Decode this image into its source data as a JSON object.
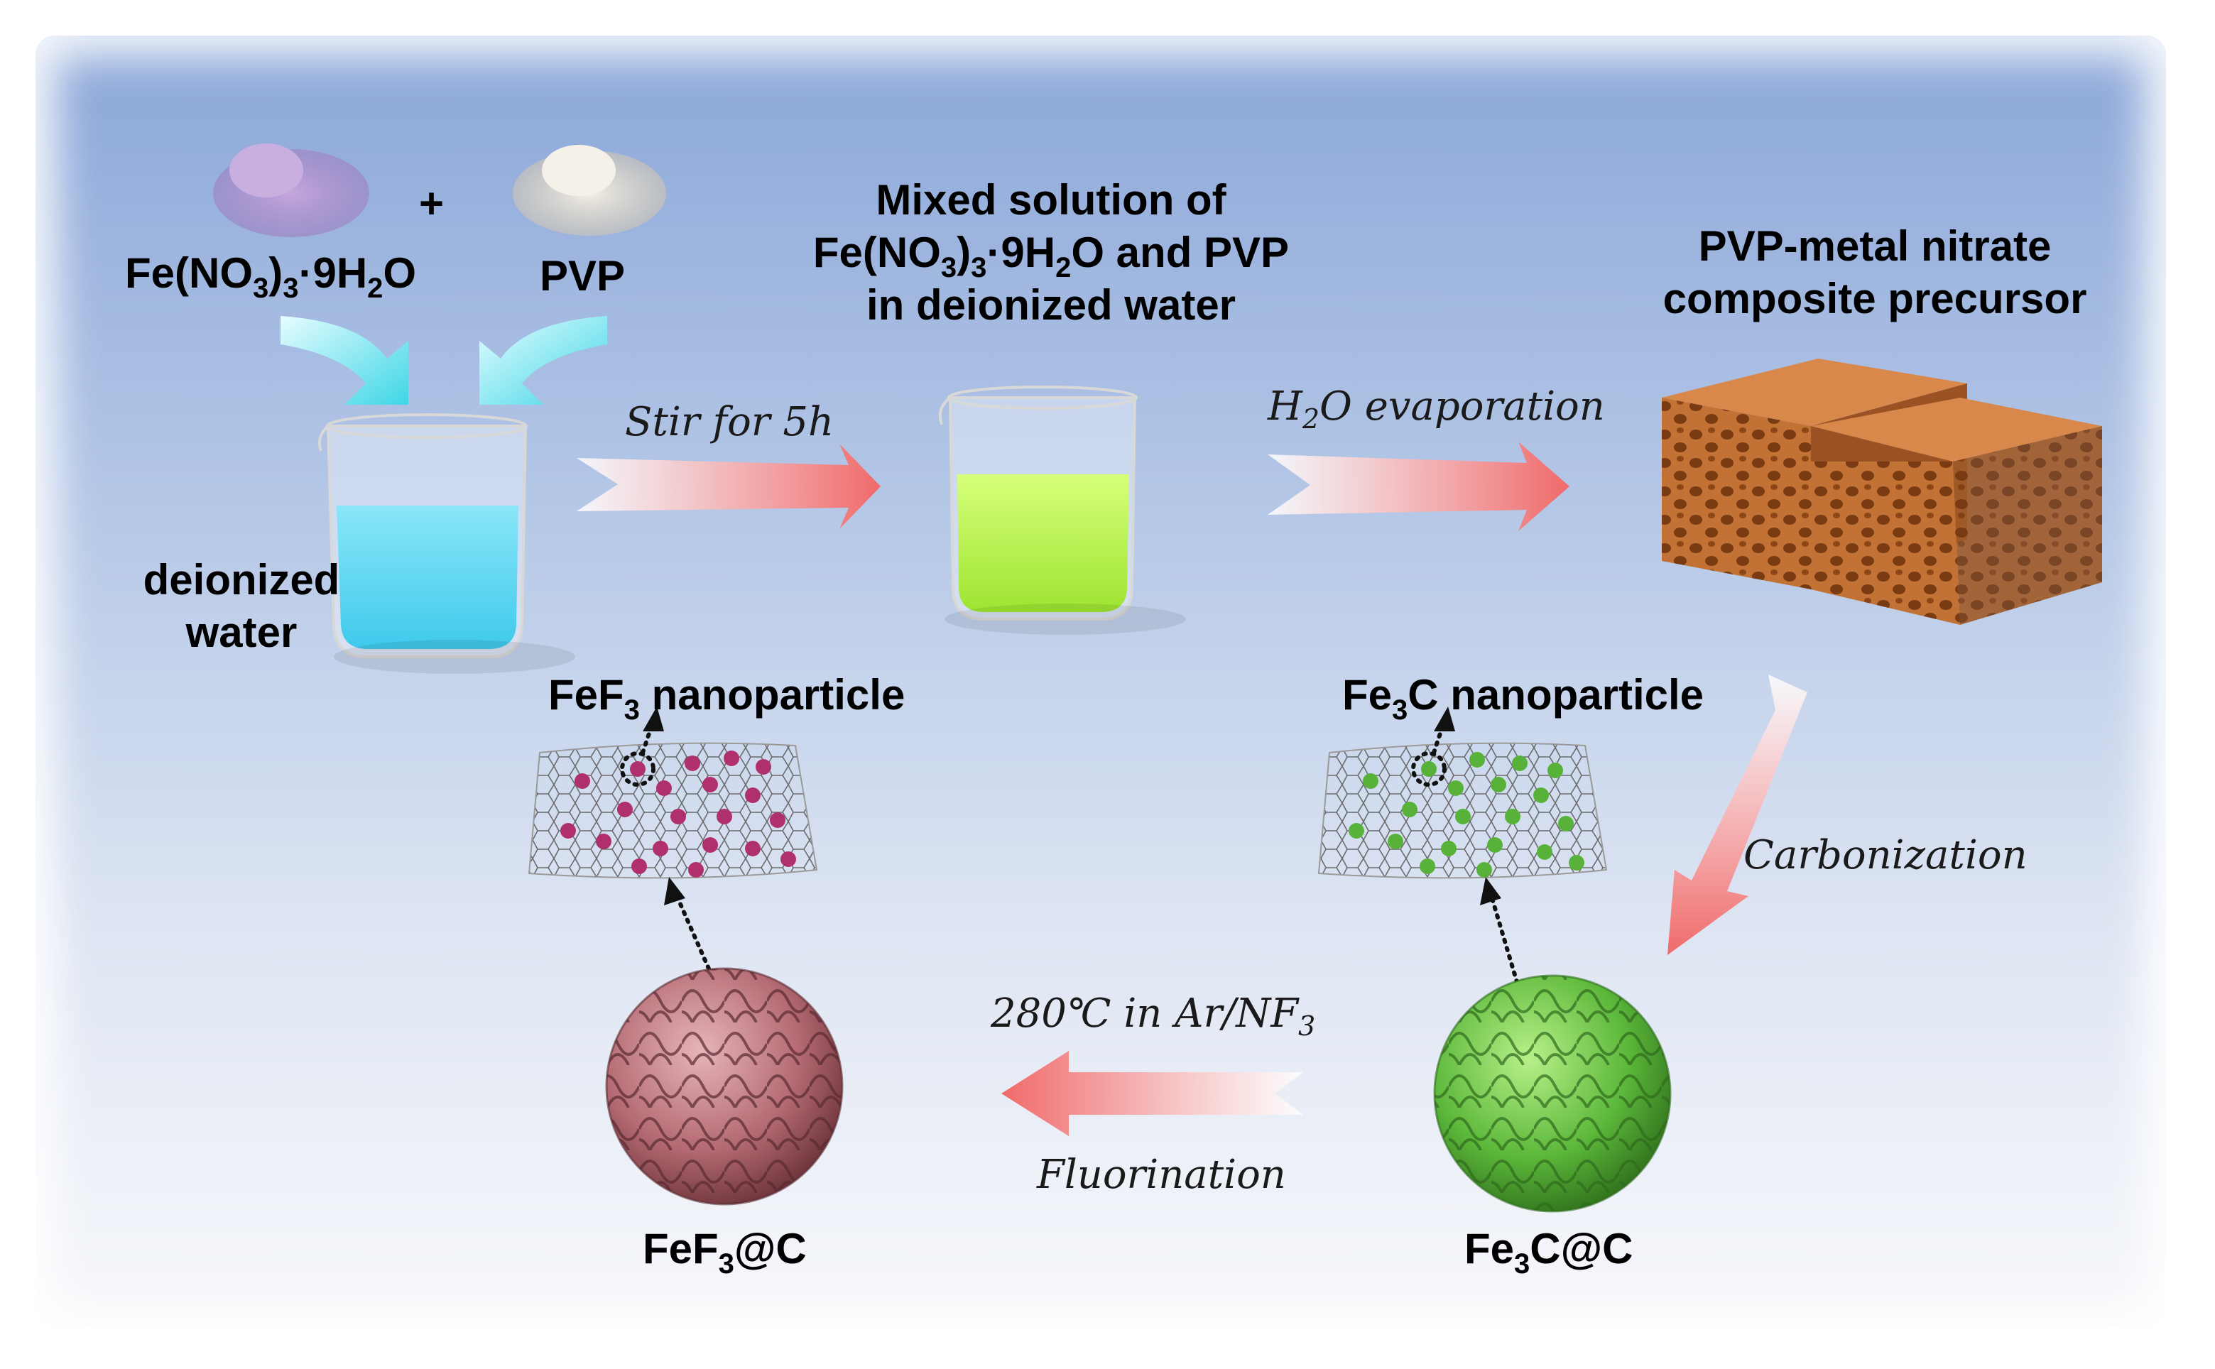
{
  "labels": {
    "reagent_a": {
      "base": "Fe(NO",
      "sub1": "3",
      "mid": ")",
      "sub2": "3",
      "mid2": "·9H",
      "sub3": "2",
      "end": "O"
    },
    "plus": "+",
    "reagent_b": "PVP",
    "water_line1": "deionized",
    "water_line2": "water",
    "mixed_line1": "Mixed solution of",
    "mixed_line2": {
      "base": "Fe(NO",
      "sub1": "3",
      "mid": ")",
      "sub2": "3",
      "mid2": "·9H",
      "sub3": "2",
      "end": "O and PVP"
    },
    "mixed_line3": "in deionized water",
    "precursor_line1": "PVP-metal nitrate",
    "precursor_line2": "composite precursor",
    "fe3c_nano": {
      "pre": "Fe",
      "sub": "3",
      "post": "C nanoparticle"
    },
    "fef3_nano": {
      "pre": "FeF",
      "sub": "3",
      "post": " nanoparticle"
    },
    "fe3c_c": {
      "pre": "Fe",
      "sub": "3",
      "post": "C@C"
    },
    "fef3_c": {
      "pre": "FeF",
      "sub": "3",
      "post": "@C"
    }
  },
  "steps": {
    "stir": "Stir for 5h",
    "evap": {
      "pre": "H",
      "sub": "2",
      "post": "O evaporation"
    },
    "carbon": "Carbonization",
    "temp": {
      "pre": "280℃ in Ar/NF",
      "sub": "3"
    },
    "fluor": "Fluorination"
  },
  "colors": {
    "arrow_red": "#f06a6a",
    "arrow_cyan": "#3fd6e6",
    "water_blue": "#54d4f0",
    "solution_green": "#b6f03c",
    "precursor_brown": "#b5652a",
    "sphere_green": "#5cb83a",
    "sphere_pink": "#b46a72",
    "particle_magenta": "#b0306e",
    "particle_green": "#58b23a"
  }
}
